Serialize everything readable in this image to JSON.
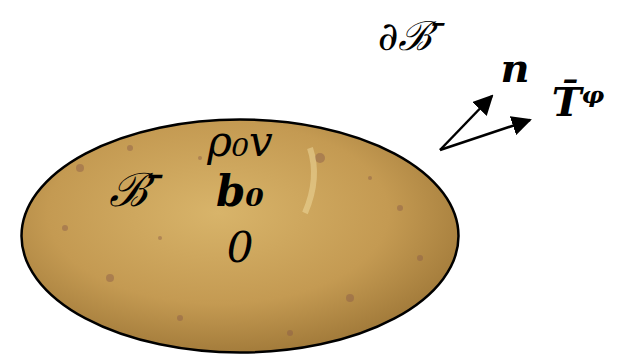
{
  "diagram": {
    "nodes": [
      {
        "text": [
          "ρ₀v",
          "ℬ̄",
          "b₀",
          "0"
        ]
      }
    ],
    "labels": [
      "∂ℬ̄",
      "n",
      "T̄ᵠ"
    ]
  }
}
